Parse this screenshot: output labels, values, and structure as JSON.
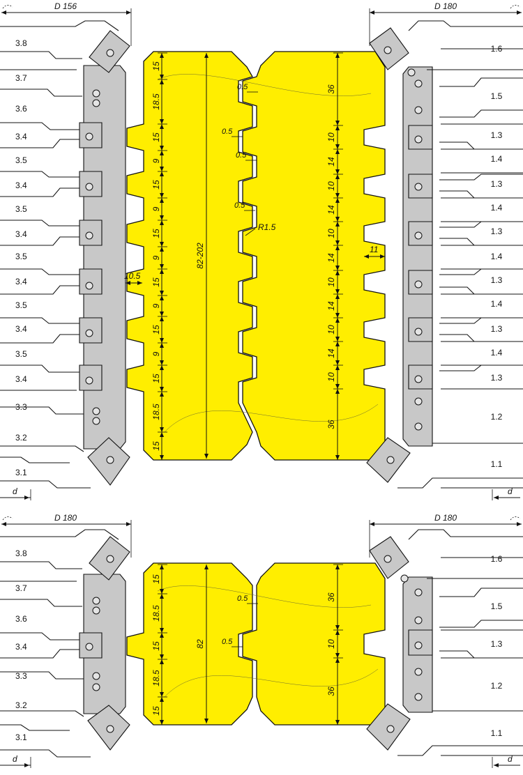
{
  "colors": {
    "workpiece": "#ffee00",
    "cutter": "#c8c8c8",
    "outline": "#111111",
    "background": "#ffffff"
  },
  "panel_top": {
    "left_diameter": "D 156",
    "right_diameter": "D 180",
    "left_labels": [
      "3.8",
      "3.7",
      "3.6",
      "3.4",
      "3.5",
      "3.4",
      "3.5",
      "3.4",
      "3.5",
      "3.4",
      "3.5",
      "3.4",
      "3.5",
      "3.4",
      "3.3",
      "3.2",
      "3.1"
    ],
    "right_labels": [
      "1.6",
      "1.5",
      "1.3",
      "1.4",
      "1.3",
      "1.4",
      "1.3",
      "1.4",
      "1.3",
      "1.4",
      "1.3",
      "1.4",
      "1.3",
      "1.2",
      "1.1"
    ],
    "left_dims": [
      "15",
      "18.5",
      "15",
      "9",
      "15",
      "9",
      "15",
      "9",
      "15",
      "9",
      "15",
      "9",
      "15",
      "18.5",
      "15"
    ],
    "overall_dim": "82-202",
    "right_dims": [
      "36",
      "10",
      "14",
      "10",
      "14",
      "10",
      "14",
      "10",
      "14",
      "10",
      "14",
      "10",
      "36"
    ],
    "small_dims": [
      "0.5",
      "0.5",
      "0.5",
      "0.5"
    ],
    "radius_dim": "R1.5",
    "width_left": "10.5",
    "width_right": "11",
    "offset_left": "d",
    "offset_right": "d"
  },
  "panel_bottom": {
    "left_diameter": "D 180",
    "right_diameter": "D 180",
    "left_labels": [
      "3.8",
      "3.7",
      "3.6",
      "3.4",
      "3.3",
      "3.2",
      "3.1"
    ],
    "right_labels": [
      "1.6",
      "1.5",
      "1.3",
      "1.2",
      "1.1"
    ],
    "left_dims": [
      "15",
      "18.5",
      "15",
      "18.5",
      "15"
    ],
    "overall_dim": "82",
    "right_dims": [
      "36",
      "10",
      "36"
    ],
    "small_dims": [
      "0.5",
      "0.5"
    ],
    "offset_left": "d",
    "offset_right": "d"
  }
}
